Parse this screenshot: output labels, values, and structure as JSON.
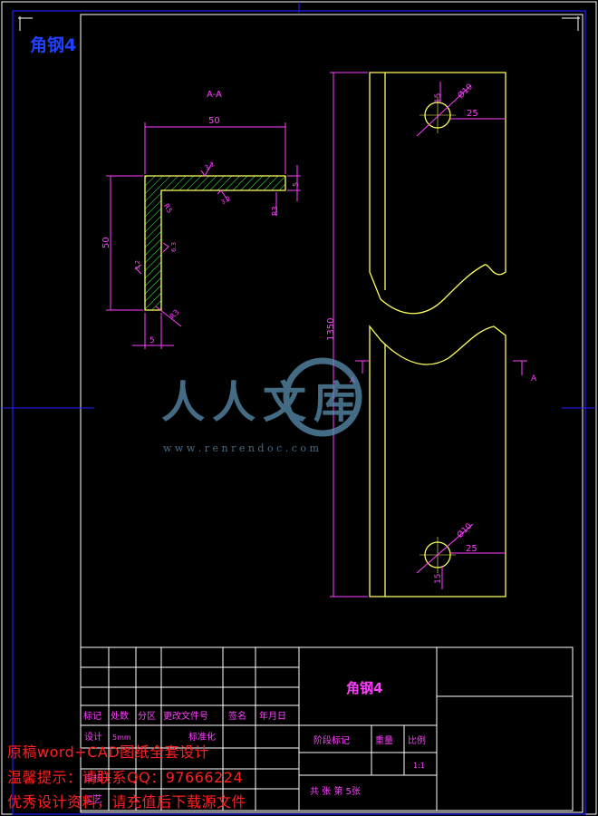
{
  "drawing": {
    "corner_title": "角钢4",
    "section_label": "A-A",
    "dims": {
      "width_top": "50",
      "height_left": "50",
      "thickness_bottom": "5",
      "thickness_right": "5",
      "r_small_top": "R3",
      "r_small_right": "R3",
      "r_inner": "R5",
      "r_corner": "R3",
      "length": "1350",
      "hole_top_dia": "Ø10",
      "hole_top_offset": "15",
      "hole_top_edge": "25",
      "hole_bottom_dia": "Ø10",
      "hole_bottom_offset": "15",
      "hole_bottom_edge": "25",
      "section_mark_left": "A",
      "section_mark_right": "A"
    },
    "roughness": [
      "3.2",
      "3.2",
      "6.3",
      "3.2"
    ]
  },
  "title_block": {
    "part_name": "角钢4",
    "headers": [
      "标记",
      "处数",
      "分区",
      "更改文件号",
      "签名",
      "年月日"
    ],
    "row_design": "设计",
    "row_design_value": "5mm",
    "row_standard": "标准化",
    "row_review": "审核",
    "row_craft": "工艺",
    "stage_mark": "阶段标记",
    "weight": "重量",
    "scale": "比例",
    "scale_value": "1:1",
    "sheets": "共  张  第 5张"
  },
  "watermark": {
    "brand": "人人文库",
    "url": "w w w . r e n r e n d o c . c o m"
  },
  "overlay": {
    "line1": "原稿word+CAD图纸全套设计",
    "line2": "温馨提示：请联系QQ：97666224",
    "line3": "优秀设计资料，请充值后下载源文件"
  },
  "colors": {
    "frame": "#ffffff",
    "border_blue": "#2020ff",
    "dimension": "#ff40ff",
    "outline": "#ffff60",
    "hatch": "#40ff40",
    "title_text": "#2040ff",
    "overlay_text": "#ff2020",
    "watermark": "#5a8fb0"
  }
}
